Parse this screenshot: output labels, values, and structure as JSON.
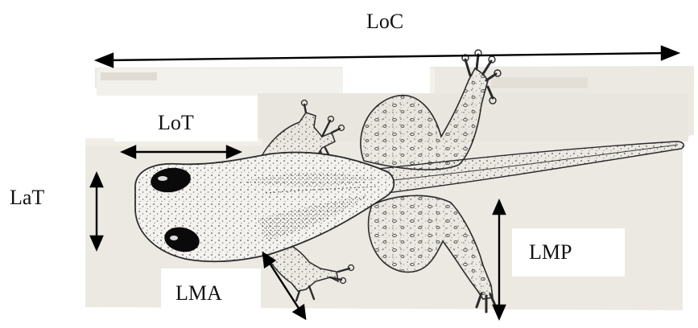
{
  "labels": {
    "loc": "LoC",
    "lot": "LoT",
    "lat": "LaT",
    "lmp": "LMP",
    "lma": "LMA"
  },
  "colors": {
    "paper": "#efece6",
    "paper_shadow": "#e2ded6",
    "outline": "#2a2a2a",
    "eye": "#0a0a0a",
    "arrow": "#000000"
  }
}
